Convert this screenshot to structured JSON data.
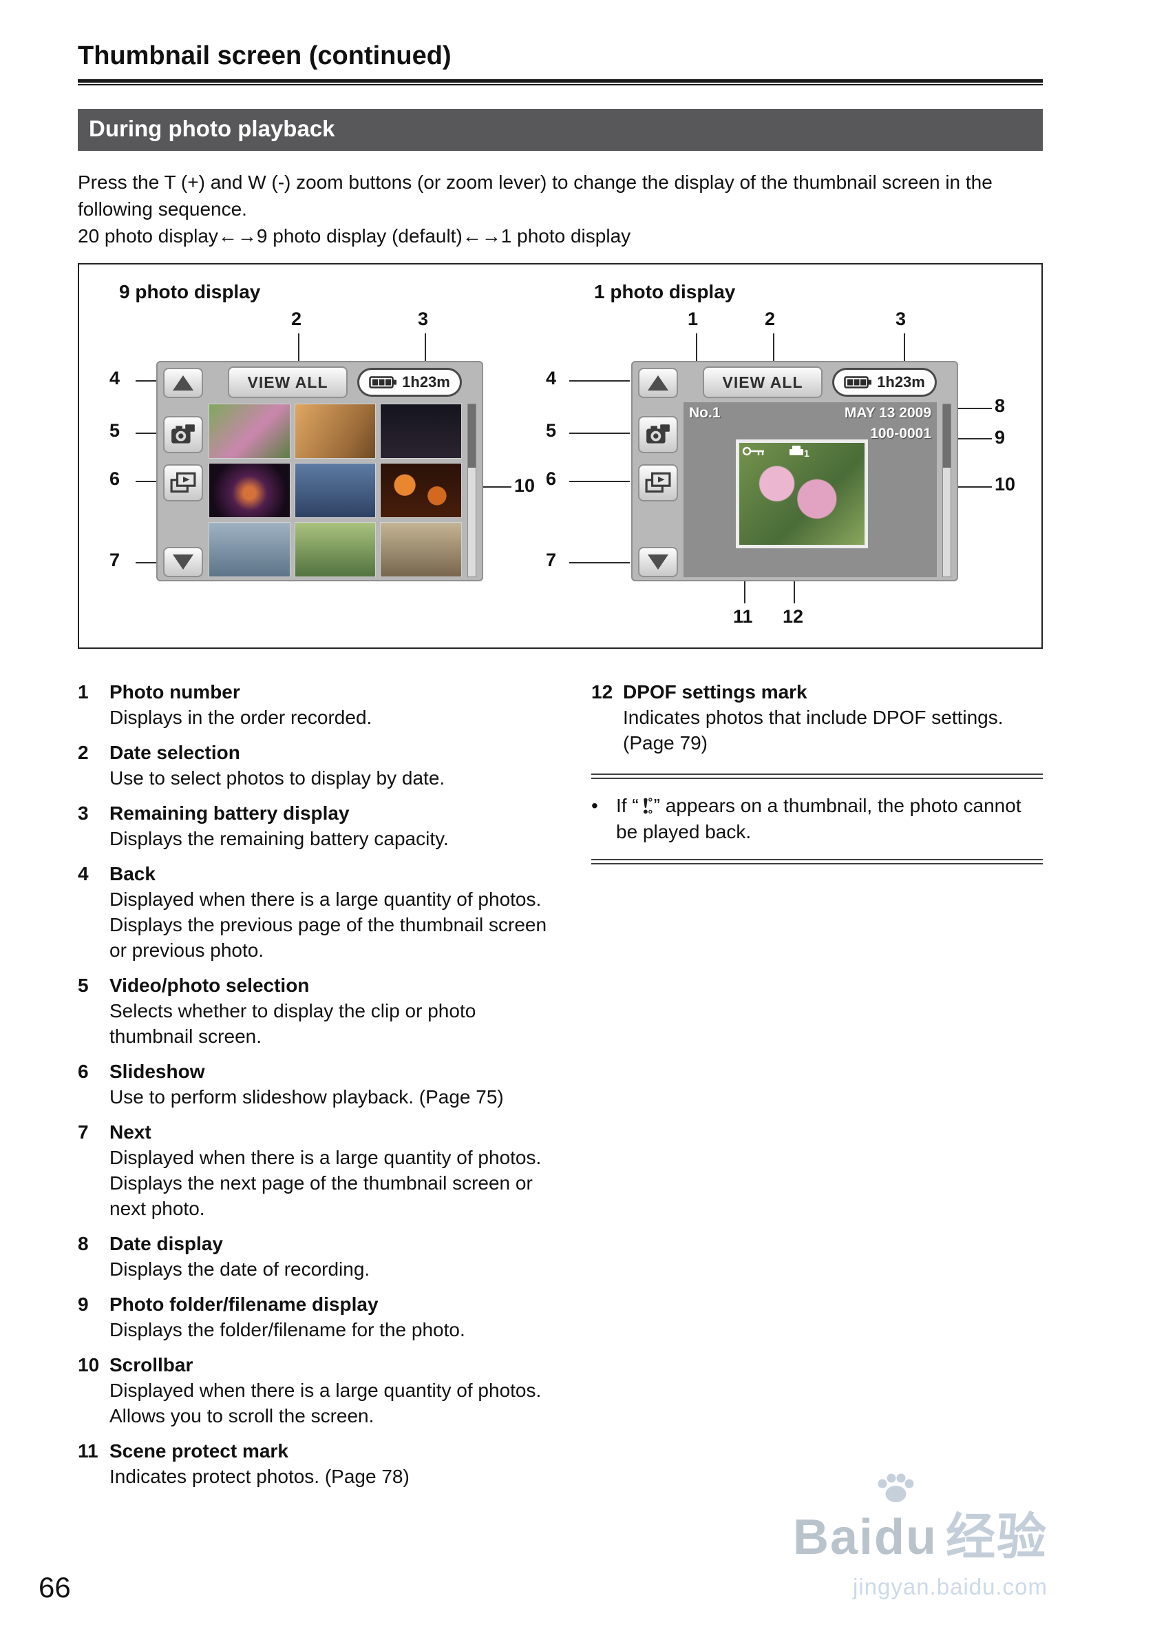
{
  "header": {
    "title": "Thumbnail screen (continued)",
    "banner": "During photo playback"
  },
  "intro": {
    "text": "Press the T (+) and W (-) zoom buttons (or zoom lever) to change the display of the thumbnail screen in the following sequence.",
    "sequence": "20 photo display←→9 photo display (default)←→1 photo display"
  },
  "diagram": {
    "left_title": "9 photo display",
    "right_title": "1 photo display",
    "screen": {
      "view_all_label": "VIEW ALL",
      "battery_time": "1h23m"
    },
    "single": {
      "photo_number": "No.1",
      "date": "MAY 13 2009",
      "filename": "100-0001"
    },
    "callouts_left": {
      "c2": "2",
      "c3": "3",
      "c4": "4",
      "c5": "5",
      "c6": "6",
      "c7": "7",
      "c10": "10"
    },
    "callouts_right": {
      "c1": "1",
      "c2": "2",
      "c3": "3",
      "c4": "4",
      "c5": "5",
      "c6": "6",
      "c7": "7",
      "c8": "8",
      "c9": "9",
      "c10": "10",
      "c11": "11",
      "c12": "12"
    }
  },
  "items_left": [
    {
      "num": "1",
      "title": "Photo number",
      "desc": "Displays in the order recorded."
    },
    {
      "num": "2",
      "title": "Date selection",
      "desc": "Use to select photos to display by date."
    },
    {
      "num": "3",
      "title": "Remaining battery display",
      "desc": "Displays the remaining battery capacity."
    },
    {
      "num": "4",
      "title": "Back",
      "desc": "Displayed when there is a large quantity of photos. Displays the previous page of the thumbnail screen or previous photo."
    },
    {
      "num": "5",
      "title": "Video/photo selection",
      "desc": "Selects whether to display the clip or photo thumbnail screen."
    },
    {
      "num": "6",
      "title": "Slideshow",
      "desc": "Use to perform slideshow playback. (Page 75)"
    },
    {
      "num": "7",
      "title": "Next",
      "desc": "Displayed when there is a large quantity of photos. Displays the next page of the thumbnail screen or next photo."
    },
    {
      "num": "8",
      "title": "Date display",
      "desc": "Displays the date of recording."
    },
    {
      "num": "9",
      "title": "Photo folder/filename display",
      "desc": "Displays the folder/filename for the photo."
    },
    {
      "num": "10",
      "title": "Scrollbar",
      "desc": "Displayed when there is a large quantity of photos. Allows you to scroll the screen."
    },
    {
      "num": "11",
      "title": "Scene protect mark",
      "desc": "Indicates protect photos. (Page 78)"
    }
  ],
  "items_right": [
    {
      "num": "12",
      "title": "DPOF settings mark",
      "desc": "Indicates photos that include DPOF settings. (Page 79)"
    }
  ],
  "note": {
    "bullet": "•",
    "prefix": "If “",
    "icon": "unplayable-icon",
    "suffix": "” appears on a thumbnail, the photo cannot be played back."
  },
  "footer": {
    "page_number": "66"
  },
  "watermark": {
    "brand": "Baidu",
    "brand_cn": "经验",
    "url": "jingyan.baidu.com"
  },
  "colors": {
    "banner_bg": "#58585a",
    "screen_bg": "#b8b8b8",
    "watermark_gray": "#b9c3cc",
    "watermark_blue": "#ccdae8"
  }
}
